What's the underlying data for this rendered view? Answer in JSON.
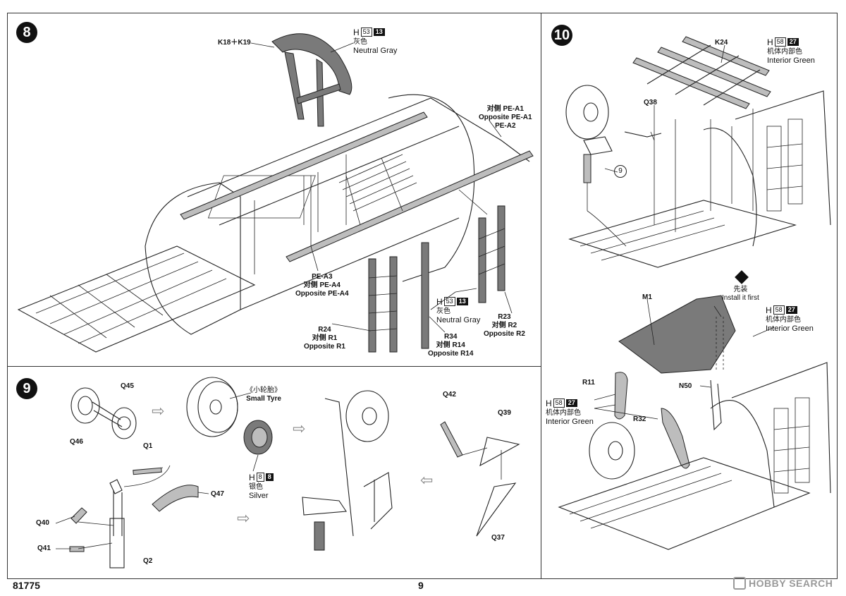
{
  "steps": {
    "s8": "8",
    "s9": "9",
    "s10": "10"
  },
  "step8": {
    "k18_k19": "K18＋K19",
    "paint_top": {
      "h": "H",
      "n1": "53",
      "n2": "13",
      "cn": "灰色",
      "en": "Neutral Gray"
    },
    "pe_right": {
      "cn": "对侧 PE-A1",
      "en": "Opposite PE-A1",
      "code": "PE-A2"
    },
    "pe_left": {
      "code": "PE-A3",
      "cn": "对侧 PE-A4",
      "en": "Opposite PE-A4"
    },
    "paint_bottom": {
      "h": "H",
      "n1": "53",
      "n2": "13",
      "cn": "灰色",
      "en": "Neutral Gray"
    },
    "r24": {
      "code": "R24",
      "cn": "对侧 R1",
      "en": "Opposite R1"
    },
    "r34": {
      "code": "R34",
      "cn": "对侧 R14",
      "en": "Opposite R14"
    },
    "r23": {
      "code": "R23",
      "cn": "对侧 R2",
      "en": "Opposite R2"
    }
  },
  "step9": {
    "q45": "Q45",
    "q46": "Q46",
    "small_tyre": {
      "cn": "《小轮胎》",
      "en": "Small Tyre"
    },
    "paint": {
      "h": "H",
      "n1": "8",
      "n2": "8",
      "cn": "银色",
      "en": "Silver"
    },
    "q1": "Q1",
    "q47": "Q47",
    "q40": "Q40",
    "q41": "Q41",
    "q2": "Q2",
    "q42": "Q42",
    "q39": "Q39",
    "q37": "Q37"
  },
  "step10": {
    "k24": "K24",
    "paint_top": {
      "h": "H",
      "n1": "58",
      "n2": "27",
      "cn": "机体内部色",
      "en": "Interior Green"
    },
    "q38": "Q38",
    "nine": "9",
    "install": {
      "cn": "先装",
      "en": "Install it first"
    },
    "m1": "M1",
    "paint_mid": {
      "h": "H",
      "n1": "58",
      "n2": "27",
      "cn": "机体内部色",
      "en": "Interior Green"
    },
    "r11": "R11",
    "paint_left": {
      "h": "H",
      "n1": "58",
      "n2": "27",
      "cn": "机体内部色",
      "en": "Interior Green"
    },
    "r32": "R32",
    "n50": "N50"
  },
  "footer": {
    "code": "81775",
    "page": "9",
    "watermark": "HOBBY SEARCH"
  }
}
